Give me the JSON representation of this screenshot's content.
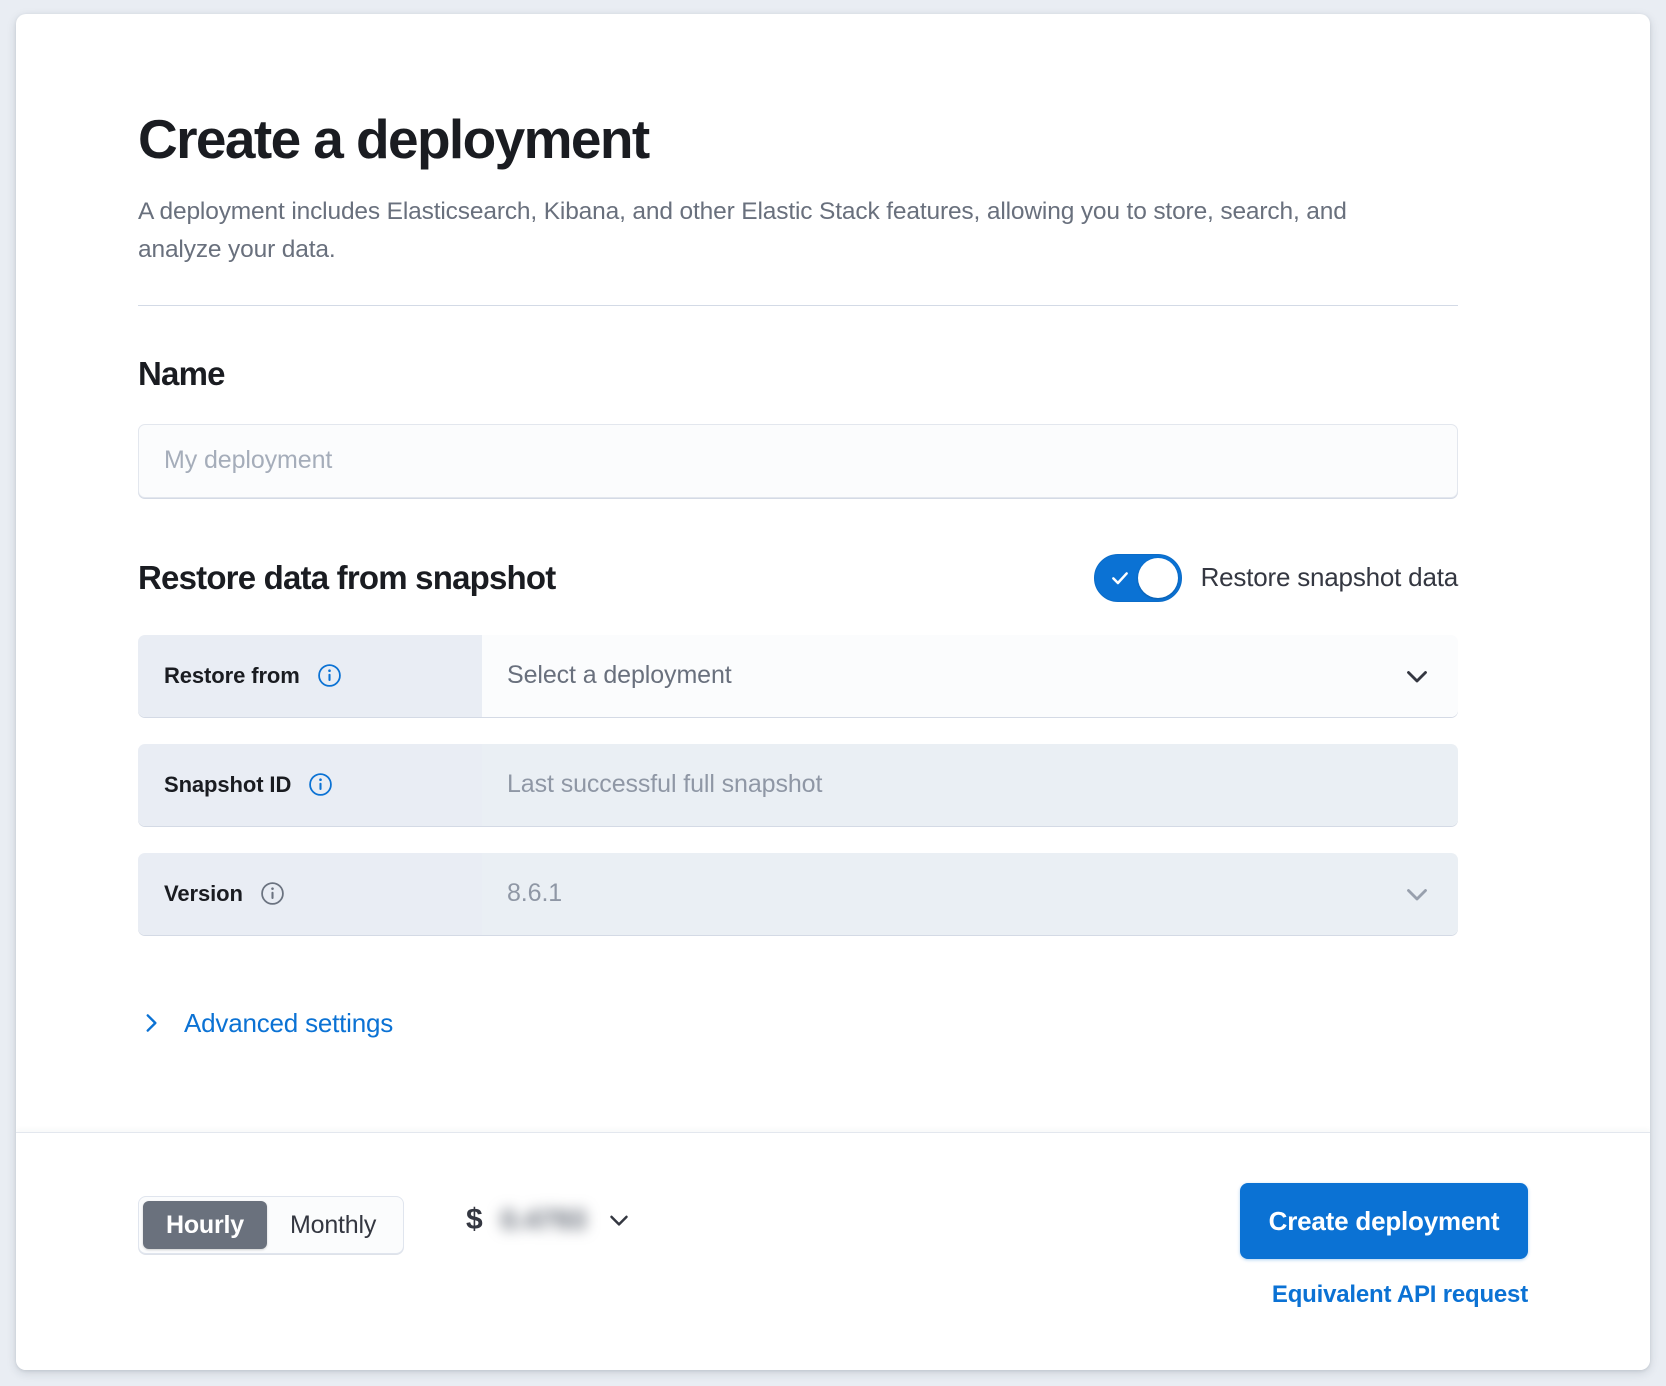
{
  "header": {
    "title": "Create a deployment",
    "subtitle": "A deployment includes Elasticsearch, Kibana, and other Elastic Stack features, allowing you to store, search, and analyze your data."
  },
  "name_section": {
    "heading": "Name",
    "input_placeholder": "My deployment",
    "input_value": ""
  },
  "restore_section": {
    "heading": "Restore data from snapshot",
    "toggle": {
      "label": "Restore snapshot data",
      "enabled": true,
      "icon": "check-icon"
    },
    "rows": [
      {
        "label": "Restore from",
        "info_icon": "info-icon",
        "value": "Select a deployment",
        "is_placeholder": true,
        "disabled": false,
        "control": "dropdown",
        "chevron_icon": "chevron-down-icon"
      },
      {
        "label": "Snapshot ID",
        "info_icon": "info-icon",
        "value": "Last successful full snapshot",
        "is_placeholder": true,
        "disabled": true,
        "control": "text",
        "chevron_icon": ""
      },
      {
        "label": "Version",
        "info_icon": "info-icon",
        "value": "8.6.1",
        "is_placeholder": false,
        "disabled": true,
        "control": "dropdown",
        "chevron_icon": "chevron-down-icon"
      }
    ]
  },
  "advanced_settings": {
    "label": "Advanced settings",
    "icon": "chevron-right-icon",
    "expanded": false
  },
  "footer": {
    "billing_toggle": {
      "options": [
        "Hourly",
        "Monthly"
      ],
      "selected": "Hourly"
    },
    "price": {
      "currency_symbol": "$",
      "amount": "0.4793",
      "redacted": true,
      "chevron_icon": "chevron-down-icon"
    },
    "primary_button": "Create deployment",
    "api_link": "Equivalent API request"
  },
  "colors": {
    "accent": "#0b72d4",
    "page_background": "#e9edf3",
    "card_background": "#ffffff",
    "label_background": "#e9edf4",
    "disabled_field": "#eaeff4",
    "pill_active": "#6a717d",
    "text_primary": "#1a1c21",
    "text_muted": "#69707d"
  }
}
